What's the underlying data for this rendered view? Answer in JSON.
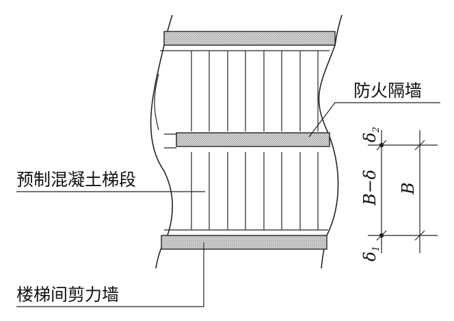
{
  "labels": {
    "fire_wall": "防火隔墙",
    "precast_flight": "预制混凝土梯段",
    "shear_wall": "楼梯间剪力墙"
  },
  "dimensions": {
    "delta2_symbol": "δ",
    "delta2_sub": "2",
    "b_minus_delta": "B−δ",
    "b": "B",
    "delta1_symbol": "δ",
    "delta1_sub": "1"
  },
  "colors": {
    "line": "#222222",
    "hatch_dot": "#555555",
    "background": "#ffffff"
  }
}
